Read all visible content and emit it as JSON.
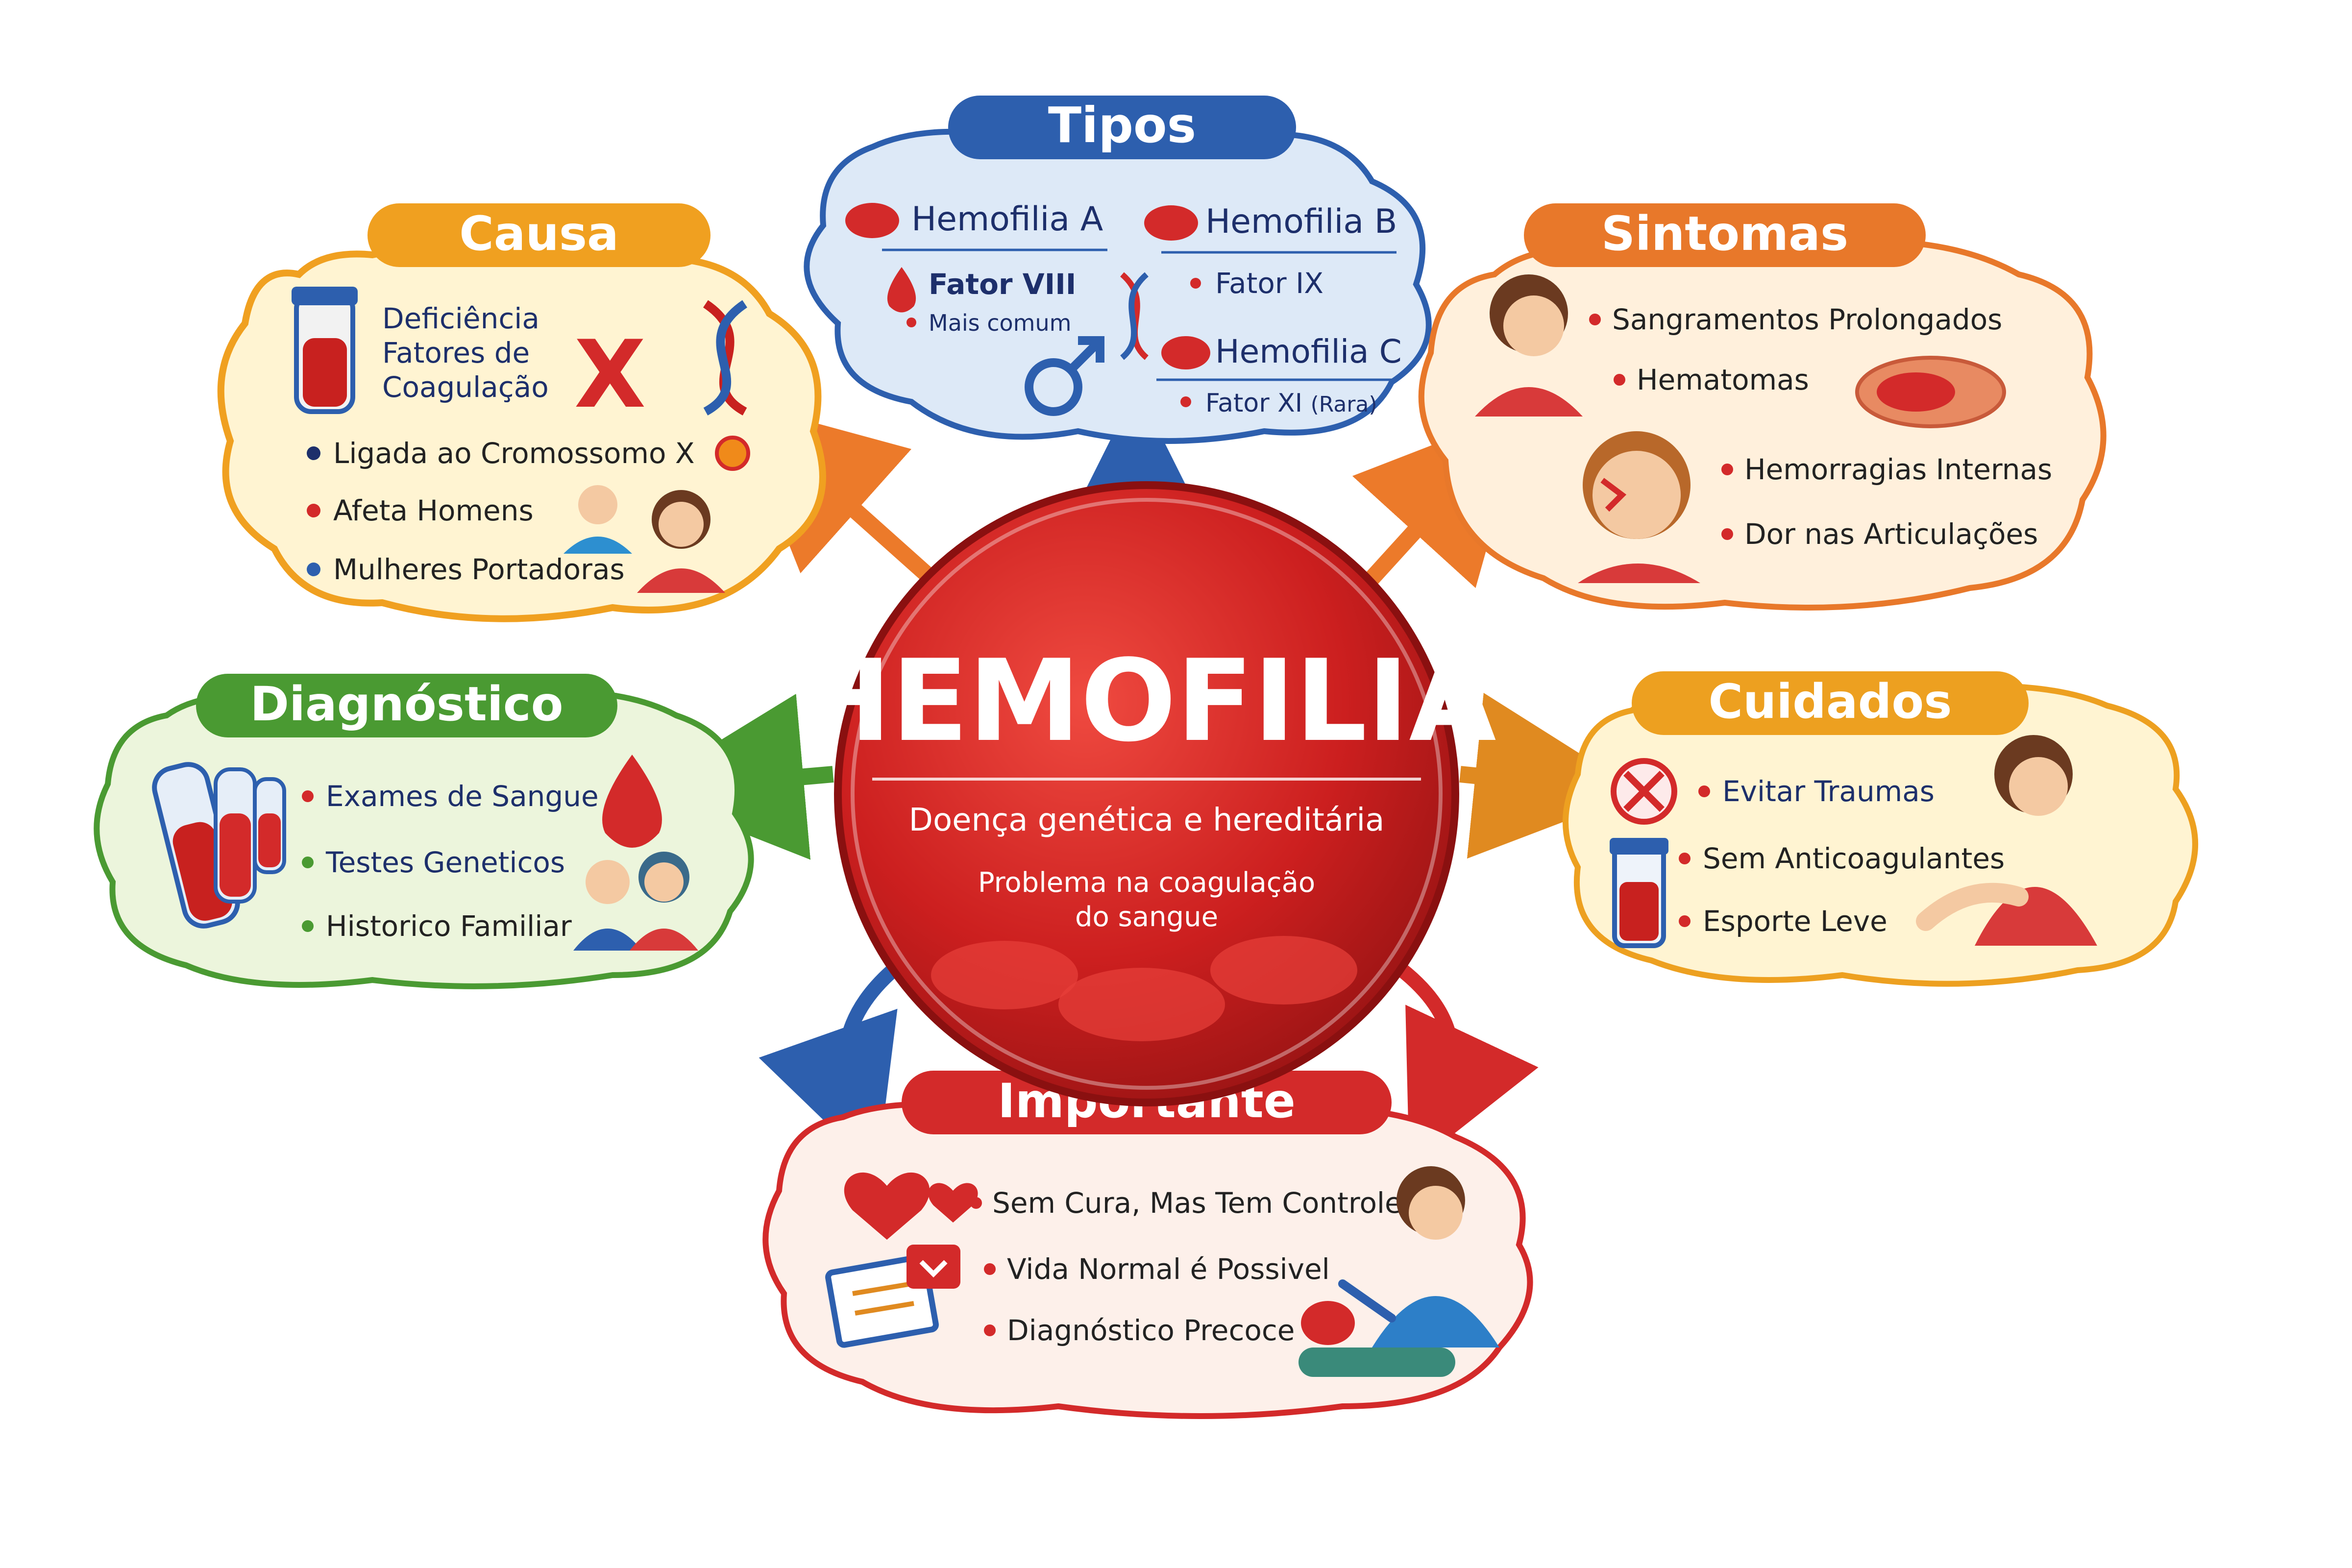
{
  "center": {
    "title": "HEMOFILIA",
    "subtitle": "Doença genética e hereditária",
    "note_line1": "Problema na coagulação",
    "note_line2": "do sangue"
  },
  "causa": {
    "title": "Causa",
    "deficiencia_line1": "Deficiência",
    "deficiencia_line2": "Fatores de",
    "deficiencia_line3": "Coagulação",
    "x_symbol": "X",
    "items": [
      "Ligada ao Cromossomo X",
      "Afeta Homens",
      "Mulheres Portadoras"
    ]
  },
  "tipos": {
    "title": "Tipos",
    "a": {
      "name": "Hemofilia A",
      "factor": "Fator VIII",
      "note": "Mais comum"
    },
    "b": {
      "name": "Hemofilia B",
      "factor": "Fator IX"
    },
    "c": {
      "name": "Hemofilia C",
      "factor": "Fator XI",
      "note": "(Rara)"
    }
  },
  "sintomas": {
    "title": "Sintomas",
    "items": [
      "Sangramentos Prolongados",
      "Hematomas",
      "Hemorragias Internas",
      "Dor nas Articulações"
    ]
  },
  "diagnostico": {
    "title": "Diagnóstico",
    "items": [
      "Exames de Sangue",
      "Testes Geneticos",
      "Historico Familiar"
    ]
  },
  "cuidados": {
    "title": "Cuidados",
    "items": [
      "Evitar Traumas",
      "Sem Anticoagulantes",
      "Esporte Leve"
    ]
  },
  "importante": {
    "title": "Importante",
    "items": [
      "Sem Cura, Mas Tem Controle",
      "Vida Normal é Possivel",
      "Diagnóstico Precoce"
    ]
  },
  "colors": {
    "causa": "#f0a020",
    "tipos": "#2d5fae",
    "sintomas": "#e8782a",
    "diagnostico": "#4a9a32",
    "cuidados": "#eda020",
    "importante": "#d32a2a",
    "center": "#cc1f1f"
  }
}
